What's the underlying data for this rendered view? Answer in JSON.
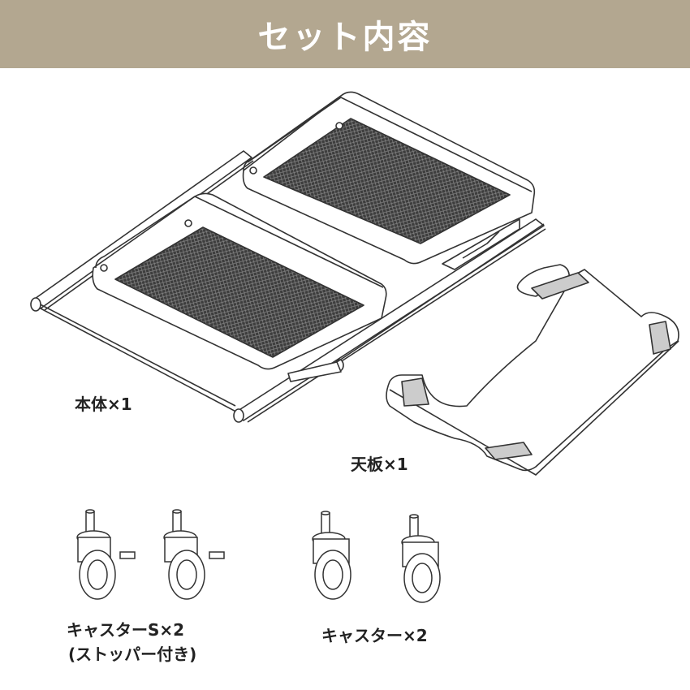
{
  "header": {
    "title": "セット内容"
  },
  "items": [
    {
      "label": "本体×1"
    },
    {
      "label": "天板×1"
    },
    {
      "label": "キャスターS×2",
      "sub": "(ストッパー付き)"
    },
    {
      "label": "キャスター×2"
    }
  ],
  "colors": {
    "header_bg": "#b3a790",
    "line": "#333333",
    "mesh": "#4a4a4a"
  }
}
